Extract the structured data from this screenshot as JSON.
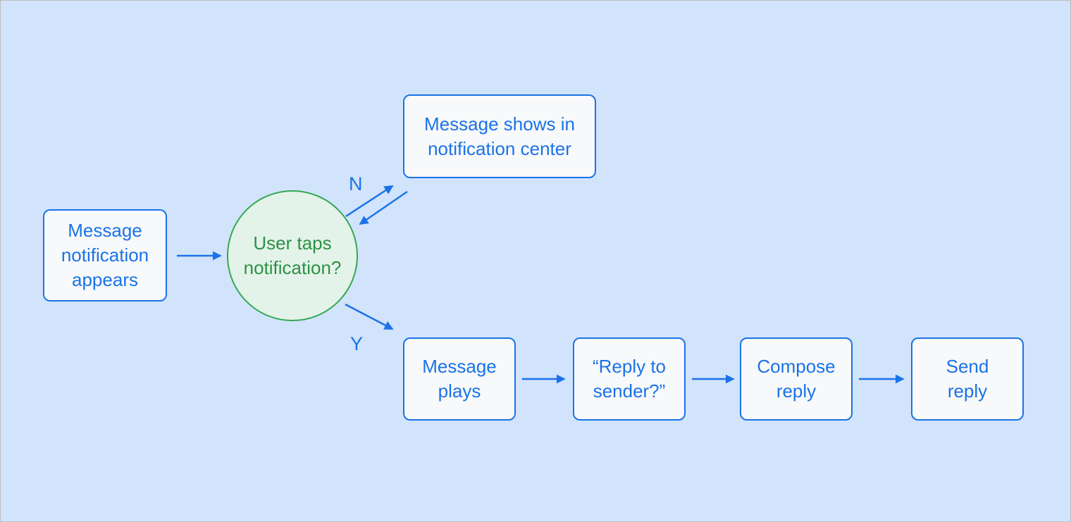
{
  "colors": {
    "background": "#d2e3fc",
    "node_fill": "#f8f9fa",
    "node_border": "#1a73e8",
    "node_text": "#1a73e8",
    "arrow": "#1a73e8",
    "decision_fill": "#e4f3e9",
    "decision_border": "#34a853",
    "decision_text": "#2d9146",
    "outer_border": "#bdbdbd"
  },
  "flowchart": {
    "nodes": {
      "start": "Message notification appears",
      "decision": "User taps notification?",
      "no_branch": "Message shows in notification center",
      "message_plays": "Message plays",
      "reply_to_sender": "“Reply to sender?”",
      "compose_reply": "Compose reply",
      "send_reply": "Send reply"
    },
    "edge_labels": {
      "no": "N",
      "yes": "Y"
    }
  }
}
